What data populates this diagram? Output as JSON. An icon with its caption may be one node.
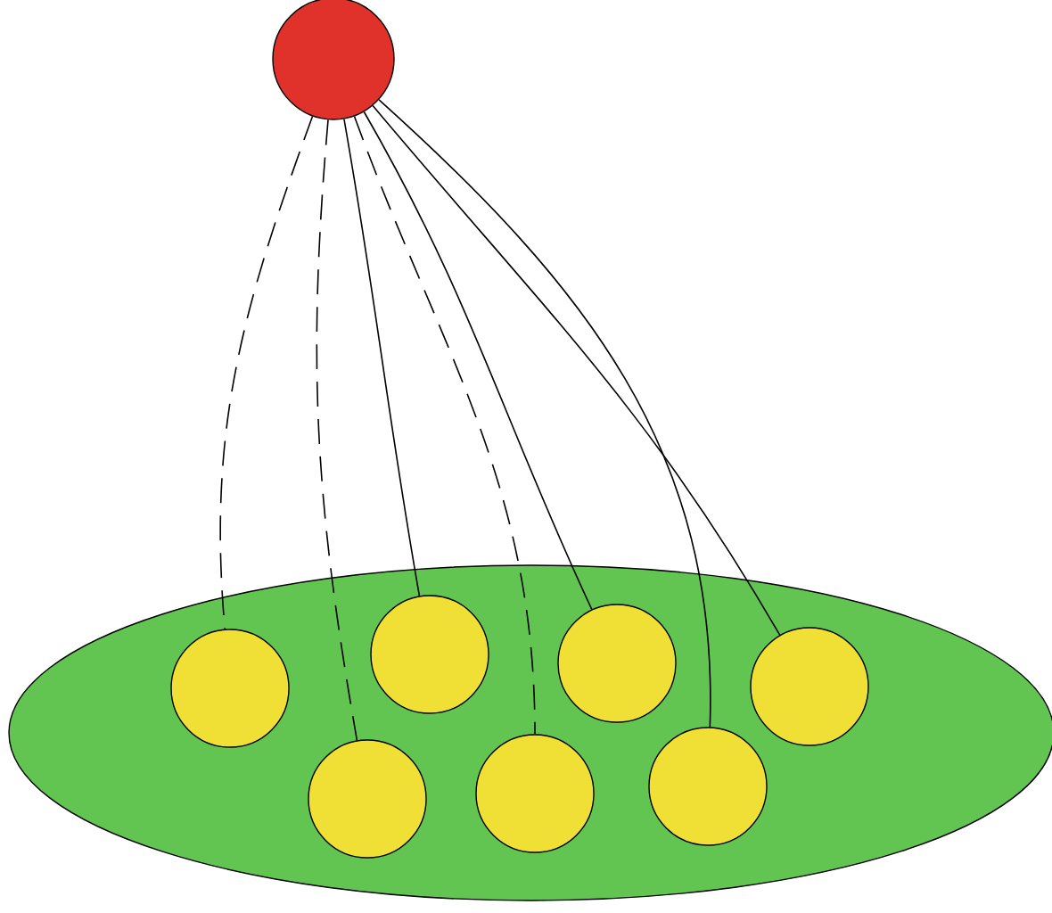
{
  "diagram": {
    "nodes": [
      {
        "text": [],
        "shape": "circle"
      },
      {
        "text": [],
        "shape": "ellipse"
      },
      {
        "text": [],
        "shape": "circle",
        "in": 1
      },
      {
        "text": [],
        "shape": "circle",
        "in": 1
      },
      {
        "text": [],
        "shape": "circle",
        "in": 1
      },
      {
        "text": [],
        "shape": "circle",
        "in": 1
      },
      {
        "text": [],
        "shape": "circle",
        "in": 1
      },
      {
        "text": [],
        "shape": "circle",
        "in": 1
      },
      {
        "text": [],
        "shape": "circle",
        "in": 1
      }
    ],
    "edges": [
      {
        "from": 0,
        "to": 2,
        "arrow": "none",
        "style": "dashed"
      },
      {
        "from": 0,
        "to": 6,
        "arrow": "none",
        "style": "dashed"
      },
      {
        "from": 0,
        "to": 3,
        "arrow": "none"
      },
      {
        "from": 0,
        "to": 7,
        "arrow": "none",
        "style": "dashed"
      },
      {
        "from": 0,
        "to": 4,
        "arrow": "none"
      },
      {
        "from": 0,
        "to": 8,
        "arrow": "none"
      },
      {
        "from": 0,
        "to": 5,
        "arrow": "none"
      }
    ]
  }
}
